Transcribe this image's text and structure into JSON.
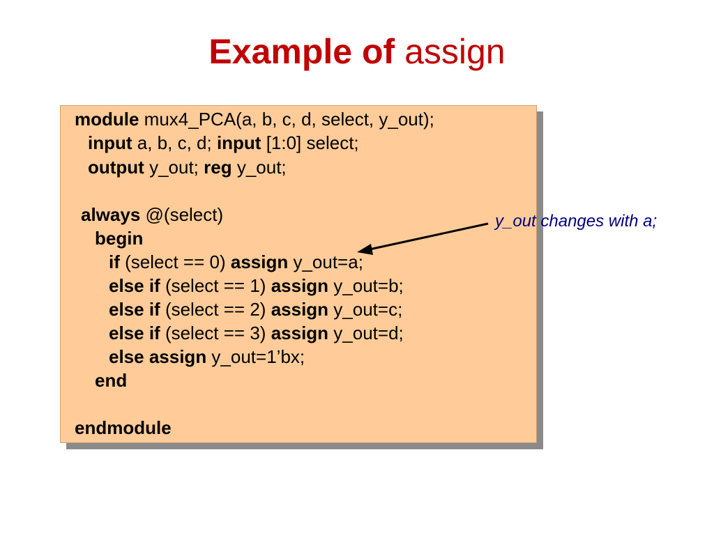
{
  "title": {
    "bold_part": "Example of",
    "normal_part": "assign"
  },
  "code": {
    "line1": {
      "kw1": "module",
      "t1": " mux4_PCA(a, b, c, d, select, y_out);"
    },
    "line2": {
      "kw1": "input",
      "t1": " a, b, c, d; ",
      "kw2": "input",
      "t2": " [1:0] select;"
    },
    "line3": {
      "kw1": "output",
      "t1": " y_out; ",
      "kw2": "reg",
      "t2": " y_out;"
    },
    "line4": {
      "kw1": "always",
      "t1": " @(select)"
    },
    "line5": {
      "kw1": "begin"
    },
    "line6": {
      "kw1": "if",
      "t1": " (select == 0) ",
      "kw2": "assign",
      "t2": " y_out=a;"
    },
    "line7": {
      "kw1": "else if",
      "t1": " (select == 1) ",
      "kw2": "assign",
      "t2": " y_out=b;"
    },
    "line8": {
      "kw1": "else if",
      "t1": " (select == 2) ",
      "kw2": "assign",
      "t2": " y_out=c;"
    },
    "line9": {
      "kw1": "else if",
      "t1": " (select == 3) ",
      "kw2": "assign",
      "t2": " y_out=d;"
    },
    "line10": {
      "kw1": "else assign",
      "t1": " y_out=1’bx;"
    },
    "line11": {
      "kw1": "end"
    },
    "line12": {
      "kw1": "endmodule"
    }
  },
  "annotation": "y_out changes with a;",
  "colors": {
    "title": "#c00000",
    "code_bg": "#ffcc99",
    "shadow": "#8a8a8a",
    "annotation": "#000080"
  }
}
